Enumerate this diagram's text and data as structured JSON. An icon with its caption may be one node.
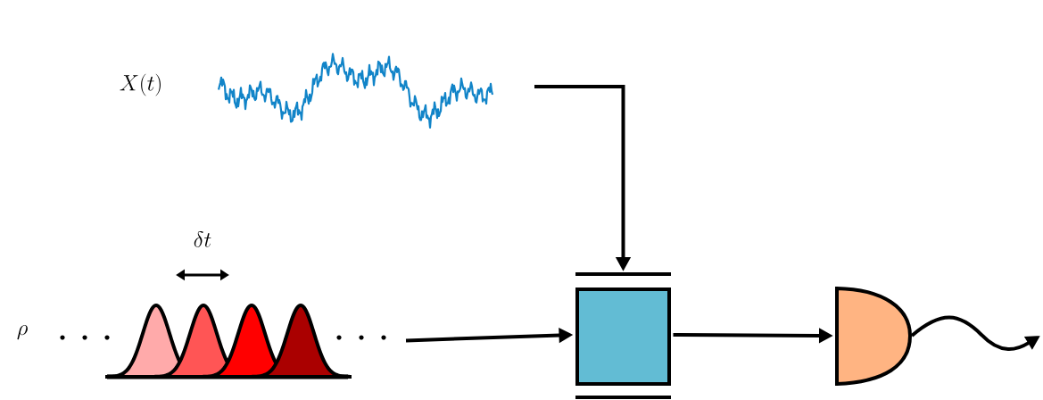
{
  "diagram": {
    "nodes": [
      {
        "text": [
          "X(t)"
        ]
      },
      {
        "text": [],
        "shape": "picture"
      },
      {
        "text": [
          "\\rho"
        ]
      },
      {
        "text": [],
        "shape": "picture"
      },
      {
        "text": [],
        "shape": "box"
      },
      {
        "text": [],
        "shape": "detector"
      }
    ],
    "edges": [
      {
        "from": 1,
        "to": 4,
        "arrow": "to"
      },
      {
        "from": 3,
        "to": 4,
        "arrow": "to"
      },
      {
        "from": 4,
        "to": 5,
        "arrow": "to"
      },
      {
        "from": 5,
        "to": null,
        "arrow": "to"
      }
    ],
    "labels": [
      "\\delta t"
    ]
  }
}
